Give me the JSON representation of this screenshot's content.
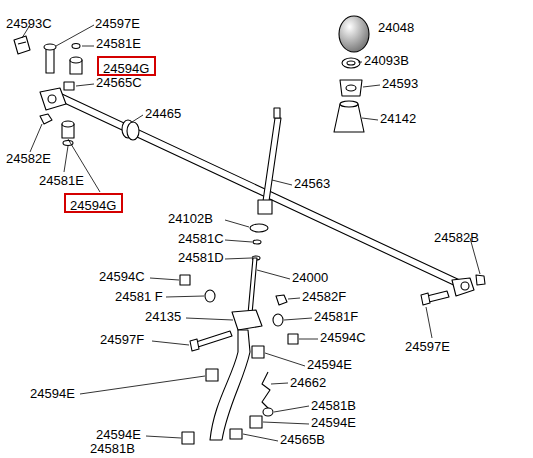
{
  "diagram": {
    "nodes": [
      {
        "text": [
          "24594G"
        ]
      },
      {
        "text": [
          "24594G"
        ]
      }
    ],
    "labels": [
      "24593C",
      "24597E",
      "24581E",
      "24565C",
      "24048",
      "24093B",
      "24593",
      "24142",
      "24465",
      "24582E",
      "24581E",
      "24563",
      "24102B",
      "24581C",
      "24581D",
      "24582B",
      "24000",
      "24594C",
      "24581 F",
      "24582F",
      "24135",
      "24581F",
      "24594C",
      "24597F",
      "24597E",
      "24594E",
      "24662",
      "24594E",
      "24581B",
      "24594E",
      "24594E",
      "24565B",
      "24581B"
    ]
  }
}
